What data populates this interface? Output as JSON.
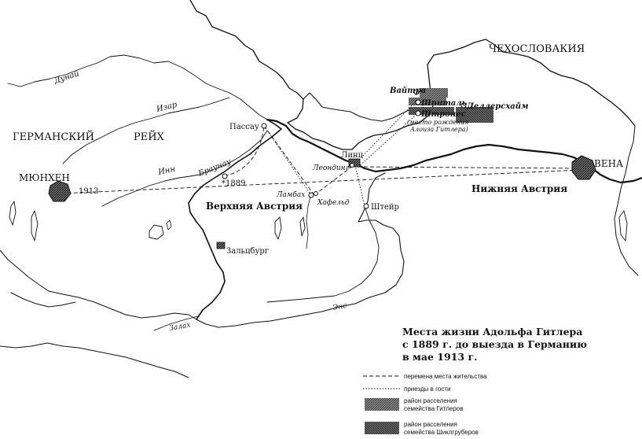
{
  "map": {
    "countries": {
      "czechoslovakia": "ЧЕХОСЛОВАКИЯ",
      "german_reich_part1": "ГЕРМАНСКИЙ",
      "german_reich_part2": "РЕЙХ"
    },
    "regions": {
      "upper_austria": "Верхняя Австрия",
      "lower_austria": "Нижняя Австрия"
    },
    "rivers": {
      "danube": "Дунай",
      "isar": "Изар",
      "inn": "Инн",
      "enns": "Энс",
      "salzach": "Залах"
    },
    "cities": {
      "munich": "МЮНХЕН",
      "vienna": "ВЕНА",
      "passau": "Пассау",
      "braunau": "Браунау",
      "linz": "Линц",
      "leonding": "Леондинг",
      "lambach": "Ламбах",
      "hafeld": "Хафельд",
      "steyr": "Штейр",
      "salzburg": "Зальцбург",
      "weitra": "Вайтра",
      "spital": "Шпиталь",
      "strones": "Штронес",
      "dollersheim": "Деллерсхайм"
    },
    "annotations": {
      "birthplace_note_line1": "(место рождения",
      "birthplace_note_line2": "Алоиза Гитлера)",
      "year_1889": "*1889",
      "year_1913": "1913"
    },
    "title": {
      "line1": "Места жизни Адольфа Гитлера",
      "line2": "с 1889 г. до выезда в Германию",
      "line3": "в мае 1913 г."
    },
    "legend": {
      "relocation": "перемена места жительства",
      "visits": "приезды в гости",
      "hitler_area_line1": "район расселения",
      "hitler_area_line2": "семейства Гитлеров",
      "schicklgruber_area_line1": "район расселения",
      "schicklgruber_area_line2": "семейства Шиклгруберов"
    }
  }
}
